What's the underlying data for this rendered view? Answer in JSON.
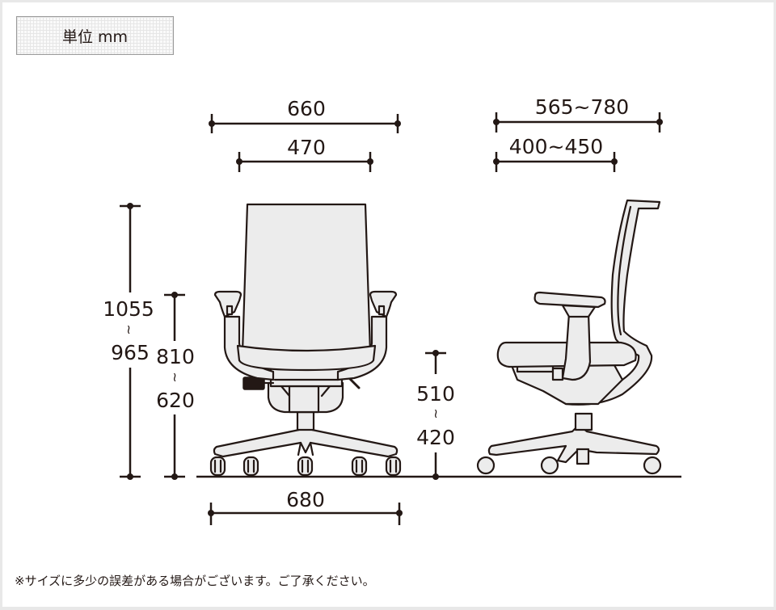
{
  "unit_label": "単位 mm",
  "colors": {
    "line": "#231815",
    "fill": "#ececec",
    "border": "#e8e8e8",
    "background": "#ffffff"
  },
  "front_view": {
    "overall_width": "660",
    "seat_width": "470",
    "overall_height_max": "1055",
    "overall_height_min": "965",
    "armrest_height_max": "810",
    "armrest_height_min": "620",
    "base_width": "680"
  },
  "side_view": {
    "overall_depth": "565~780",
    "seat_depth": "400~450",
    "seat_height_max": "510",
    "seat_height_min": "420"
  },
  "range_symbol": "~",
  "note": "※サイズに多少の誤差がある場合がございます。ご了承ください。"
}
